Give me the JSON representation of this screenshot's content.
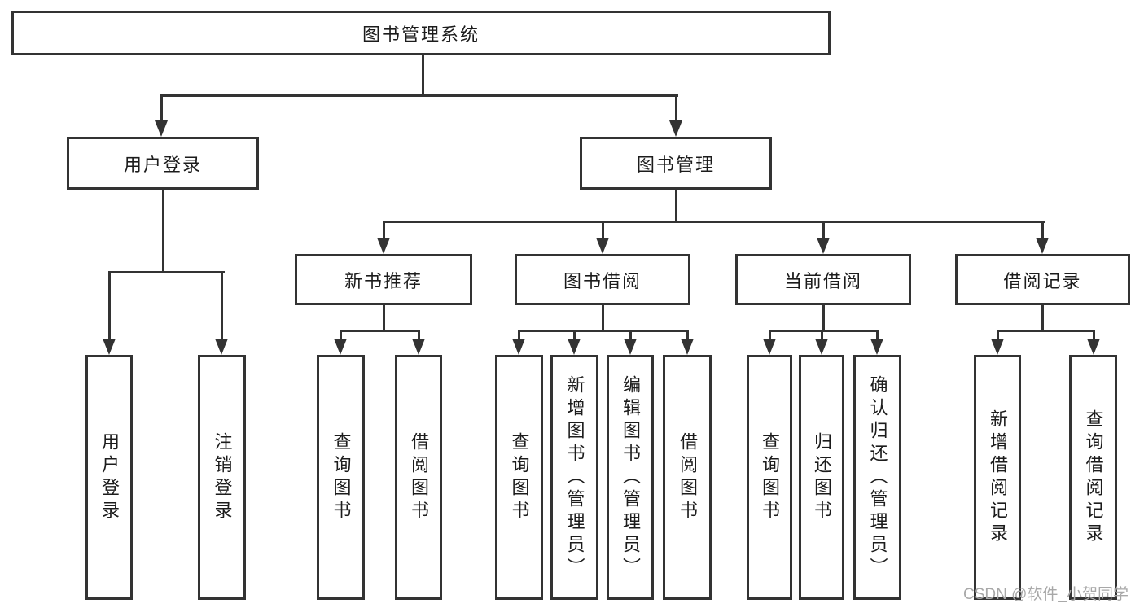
{
  "diagram": {
    "root": {
      "label": "图书管理系统"
    },
    "level1": [
      {
        "label": "用户登录"
      },
      {
        "label": "图书管理"
      }
    ],
    "level2": [
      {
        "label": "新书推荐"
      },
      {
        "label": "图书借阅"
      },
      {
        "label": "当前借阅"
      },
      {
        "label": "借阅记录"
      }
    ],
    "leaves": {
      "user_login": [
        "用户登录",
        "注销登录"
      ],
      "new_book": [
        "查询图书",
        "借阅图书"
      ],
      "book_borrow": [
        "查询图书",
        "新增图书（管理员）",
        "编辑图书（管理员）",
        "借阅图书"
      ],
      "current_borrow": [
        "查询图书",
        "归还图书",
        "确认归还（管理员）"
      ],
      "borrow_records": [
        "新增借阅记录",
        "查询借阅记录"
      ]
    }
  },
  "watermark": {
    "text": "CSDN @软件_小贺同学"
  },
  "colors": {
    "line": "#333333",
    "box_border": "#333333",
    "text": "#1c1c1c",
    "watermark": "#a8a8a8",
    "background": "#ffffff"
  }
}
